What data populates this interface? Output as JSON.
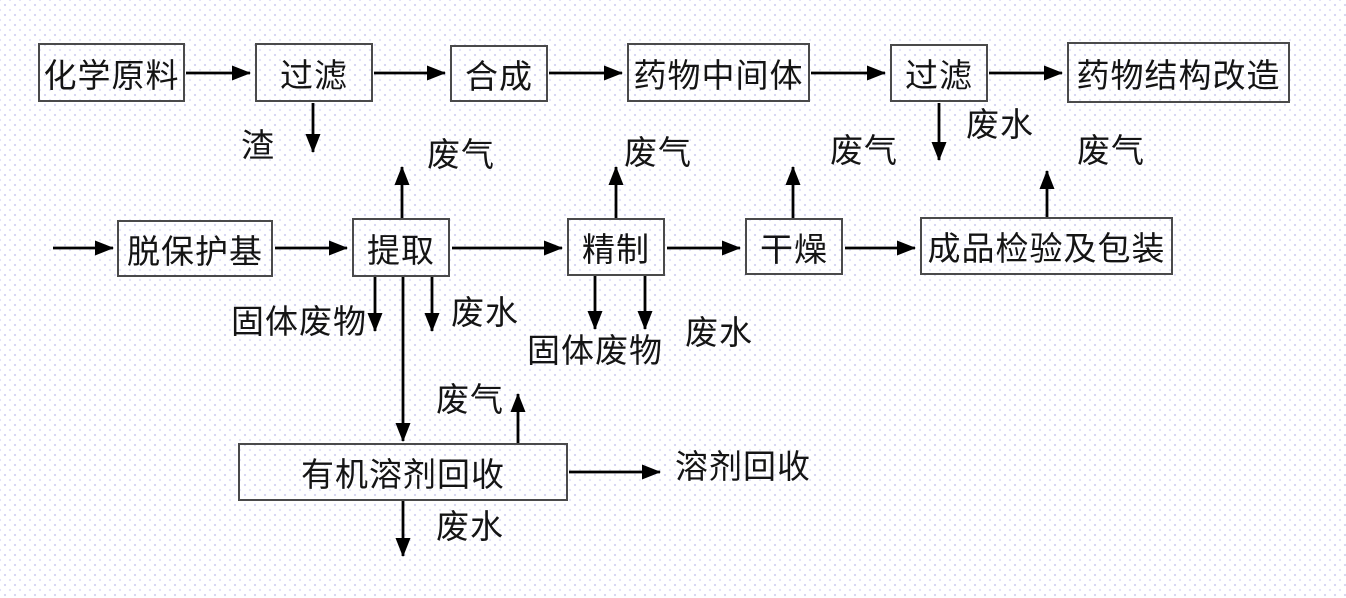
{
  "diagram": {
    "type": "flowchart",
    "subject": "pharmaceutical-production-process",
    "colors": {
      "line": "#000000",
      "box_border": "#4a4a4a",
      "text": "#141414",
      "background": "#ffffff",
      "background_dot": "#9696e4"
    },
    "nodes": [
      {
        "id": "chemical-raw-material",
        "label": "化学原料"
      },
      {
        "id": "filter-1",
        "label": "过滤"
      },
      {
        "id": "synthesis",
        "label": "合成"
      },
      {
        "id": "drug-intermediate",
        "label": "药物中间体"
      },
      {
        "id": "filter-2",
        "label": "过滤"
      },
      {
        "id": "drug-structure-modification",
        "label": "药物结构改造"
      },
      {
        "id": "deprotection",
        "label": "脱保护基"
      },
      {
        "id": "extraction",
        "label": "提取"
      },
      {
        "id": "refining",
        "label": "精制"
      },
      {
        "id": "drying",
        "label": "干燥"
      },
      {
        "id": "inspection-and-packaging",
        "label": "成品检验及包装"
      },
      {
        "id": "organic-solvent-recovery",
        "label": "有机溶剂回收"
      }
    ],
    "stream_labels": [
      {
        "id": "slag-filter-1",
        "text": "渣"
      },
      {
        "id": "wastewater-filter-2",
        "text": "废水"
      },
      {
        "id": "waste-gas-extraction",
        "text": "废气"
      },
      {
        "id": "waste-gas-refining",
        "text": "废气"
      },
      {
        "id": "waste-gas-drying",
        "text": "废气"
      },
      {
        "id": "waste-gas-packaging",
        "text": "废气"
      },
      {
        "id": "solid-waste-extraction",
        "text": "固体废物"
      },
      {
        "id": "wastewater-extraction",
        "text": "废水"
      },
      {
        "id": "solid-waste-refining",
        "text": "固体废物"
      },
      {
        "id": "wastewater-refining",
        "text": "废水"
      },
      {
        "id": "waste-gas-solvent-recovery",
        "text": "废气"
      },
      {
        "id": "wastewater-solvent-recovery",
        "text": "废水"
      },
      {
        "id": "solvent-recovery-output",
        "text": "溶剂回收"
      }
    ]
  }
}
